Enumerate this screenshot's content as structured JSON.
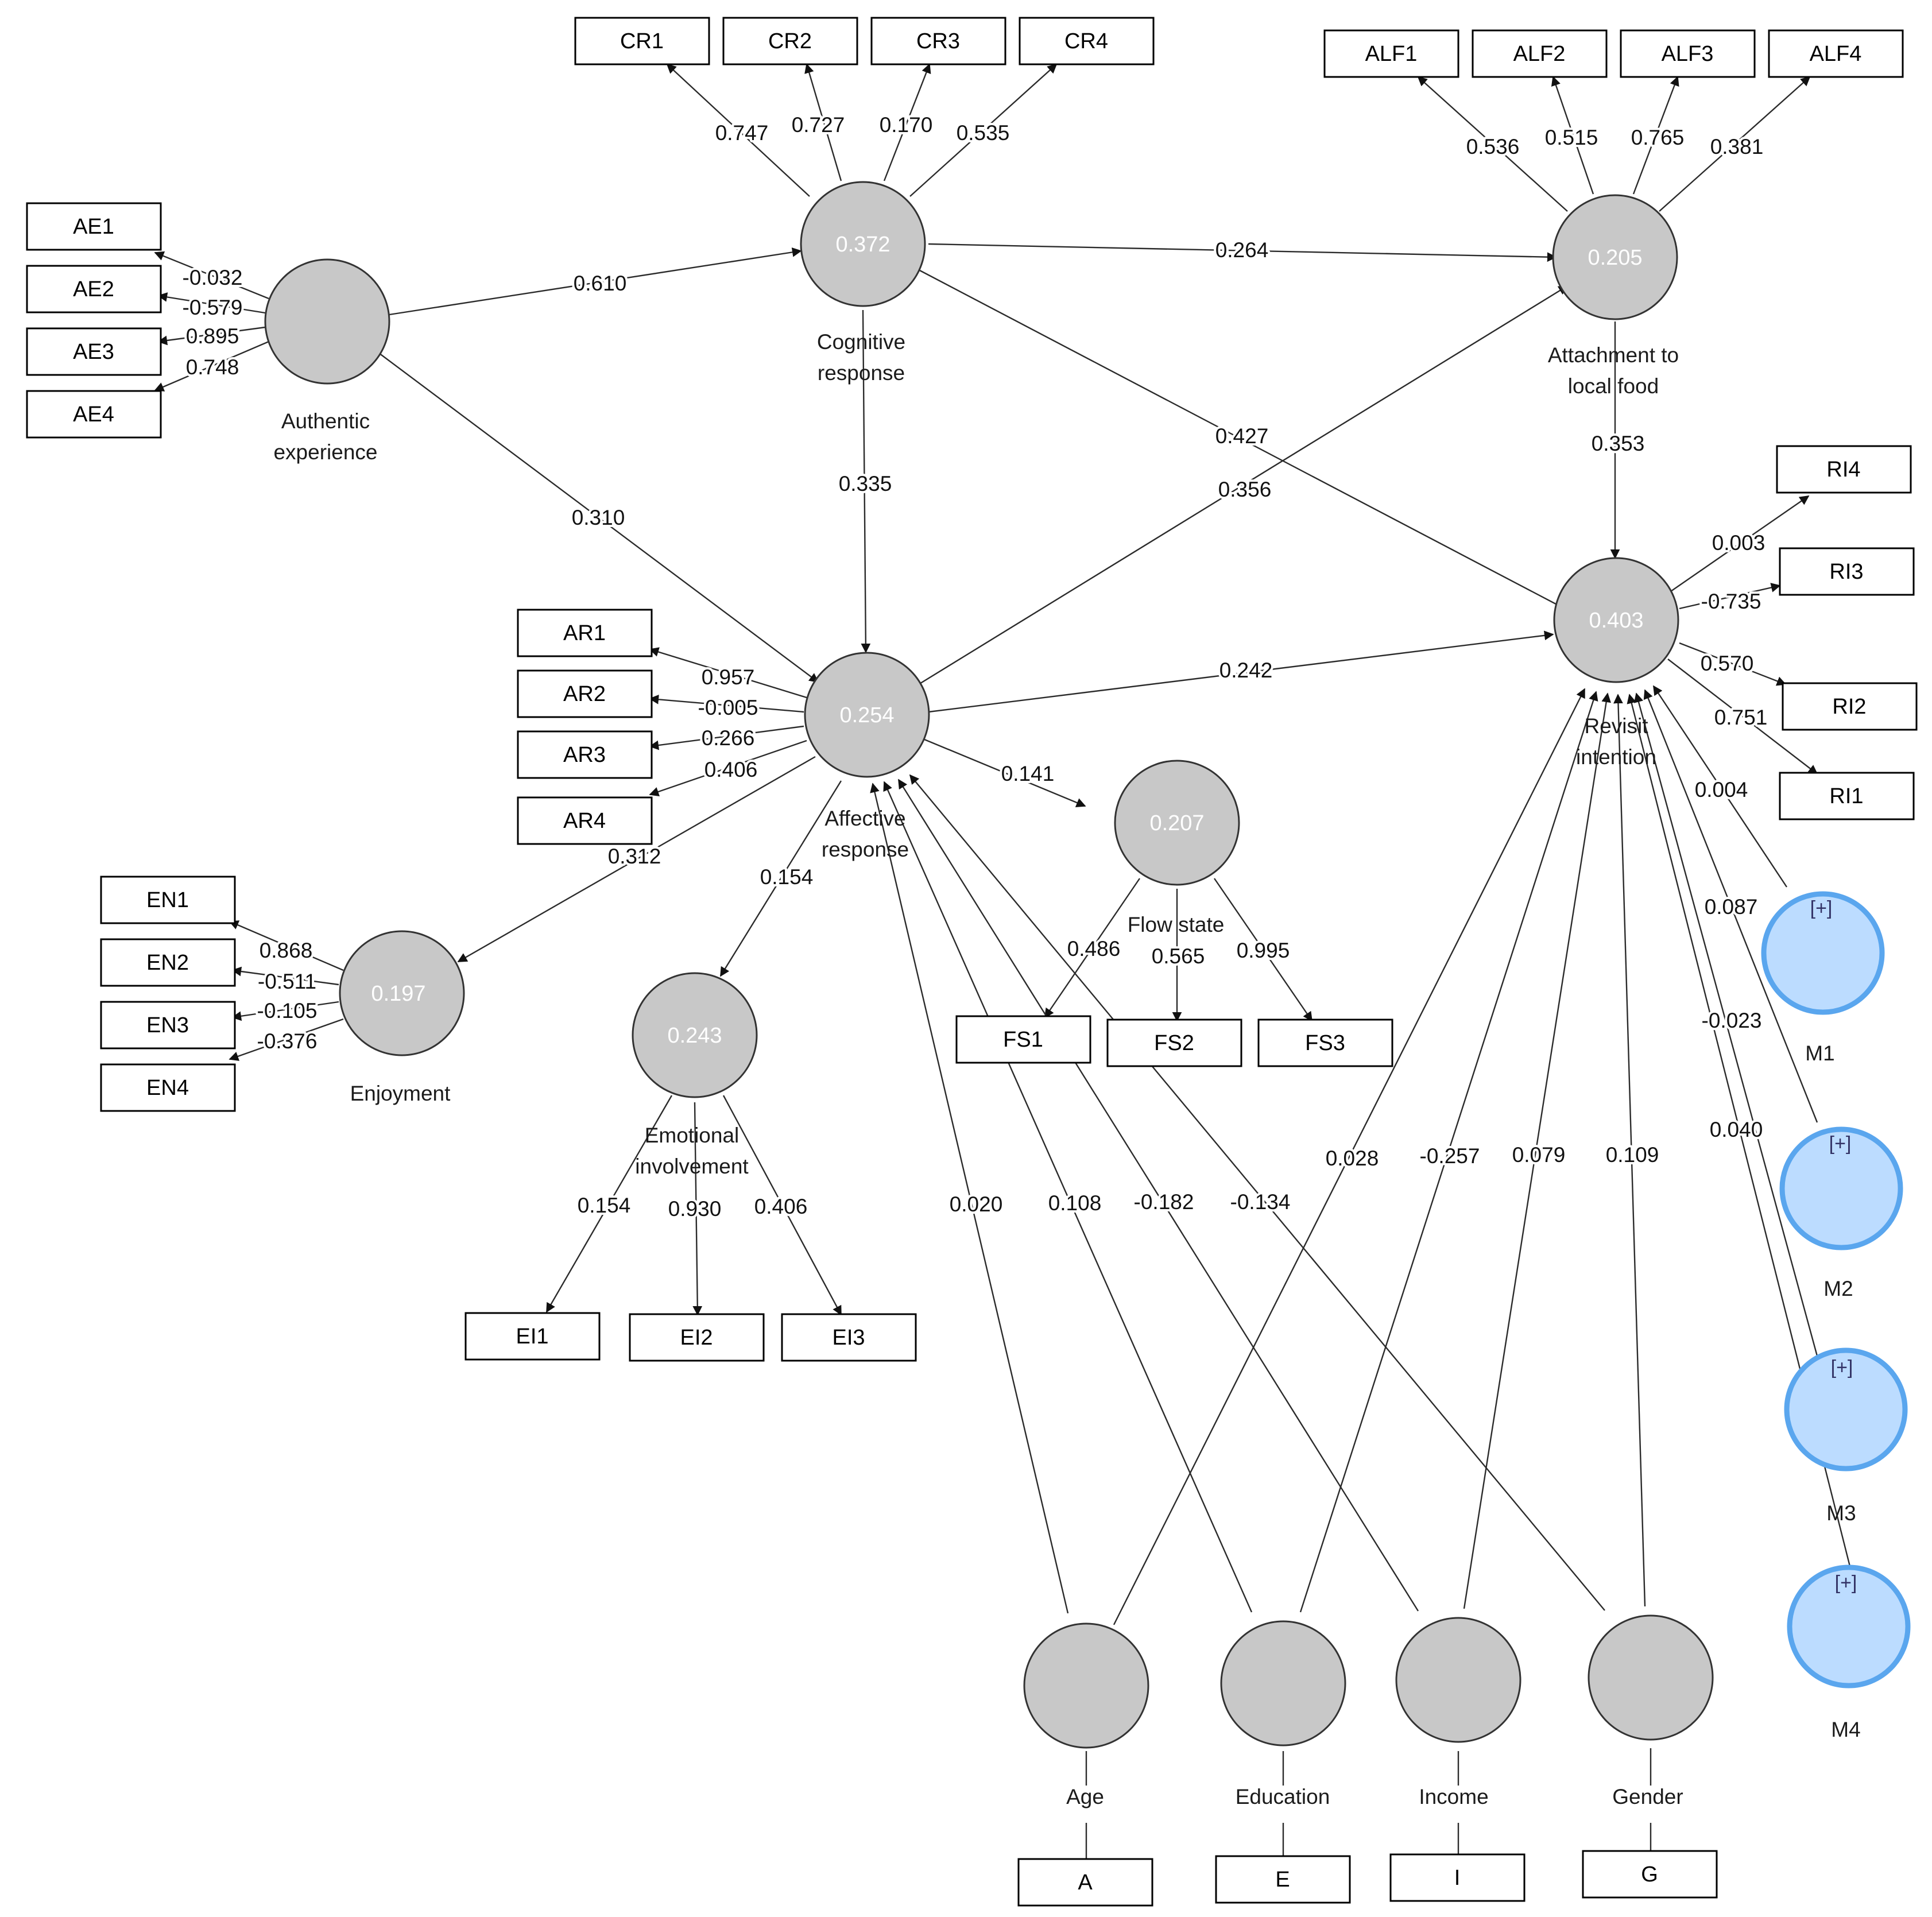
{
  "latent": {
    "authentic_experience": {
      "label_line1": "Authentic",
      "label_line2": "experience",
      "value": ""
    },
    "cognitive_response": {
      "label_line1": "Cognitive",
      "label_line2": "response",
      "value": "0.372"
    },
    "attachment_local_food": {
      "label_line1": "Attachment to",
      "label_line2": "local food",
      "value": "0.205"
    },
    "affective_response": {
      "label_line1": "Affective",
      "label_line2": "response",
      "value": "0.254"
    },
    "revisit_intention": {
      "label_line1": "Revisit",
      "label_line2": "intention",
      "value": "0.403"
    },
    "flow_state": {
      "label_line1": "Flow state",
      "value": "0.207"
    },
    "enjoyment": {
      "label_line1": "Enjoyment",
      "value": "0.197"
    },
    "emotional_involvement": {
      "label_line1": "Emotional",
      "label_line2": "involvement",
      "value": "0.243"
    },
    "age": {
      "label_line1": "Age"
    },
    "education": {
      "label_line1": "Education"
    },
    "income": {
      "label_line1": "Income"
    },
    "gender": {
      "label_line1": "Gender"
    },
    "m1": {
      "label_line1": "M1",
      "marker": "[+]"
    },
    "m2": {
      "label_line1": "M2",
      "marker": "[+]"
    },
    "m3": {
      "label_line1": "M3",
      "marker": "[+]"
    },
    "m4": {
      "label_line1": "M4",
      "marker": "[+]"
    }
  },
  "indicators": {
    "cr1": "CR1",
    "cr2": "CR2",
    "cr3": "CR3",
    "cr4": "CR4",
    "alf1": "ALF1",
    "alf2": "ALF2",
    "alf3": "ALF3",
    "alf4": "ALF4",
    "ae1": "AE1",
    "ae2": "AE2",
    "ae3": "AE3",
    "ae4": "AE4",
    "ar1": "AR1",
    "ar2": "AR2",
    "ar3": "AR3",
    "ar4": "AR4",
    "en1": "EN1",
    "en2": "EN2",
    "en3": "EN3",
    "en4": "EN4",
    "ri1": "RI1",
    "ri2": "RI2",
    "ri3": "RI3",
    "ri4": "RI4",
    "fs1": "FS1",
    "fs2": "FS2",
    "fs3": "FS3",
    "ei1": "EI1",
    "ei2": "EI2",
    "ei3": "EI3",
    "a": "A",
    "e": "E",
    "i": "I",
    "g": "G"
  },
  "loadings": {
    "cr1": "0.747",
    "cr2": "0.727",
    "cr3": "0.170",
    "cr4": "0.535",
    "alf1": "0.536",
    "alf2": "0.515",
    "alf3": "0.765",
    "alf4": "0.381",
    "ae1": "-0.032",
    "ae2": "-0.579",
    "ae3": "0.895",
    "ae4": "0.748",
    "ar1": "0.957",
    "ar2": "-0.005",
    "ar3": "0.266",
    "ar4": "0.406",
    "en1": "0.868",
    "en2": "-0.511",
    "en3": "-0.105",
    "en4": "-0.376",
    "ri4": "0.003",
    "ri3": "-0.735",
    "ri2": "0.570",
    "ri1": "0.751",
    "fs1": "0.486",
    "fs2": "0.565",
    "fs3": "0.995",
    "ei1": "0.154",
    "ei2": "0.930",
    "ei3": "0.406"
  },
  "paths": {
    "ae_cr": "0.610",
    "ae_ar": "0.310",
    "cr_alf": "0.264",
    "cr_ar": "0.335",
    "cr_ri": "0.427",
    "ar_alf": "0.356",
    "alf_ri": "0.353",
    "ar_ri": "0.242",
    "ar_fs": "0.141",
    "ar_en": "0.312",
    "ar_ei": "0.154",
    "age_ar": "0.020",
    "age_ri": "0.028",
    "edu_ar": "0.108",
    "edu_ri": "-0.257",
    "inc_ar": "-0.182",
    "inc_ri": "0.079",
    "gen_ar": "-0.134",
    "gen_ri": "0.109",
    "m1_ri": "0.004",
    "m2_ri": "0.087",
    "m3_ri": "-0.023",
    "m4_ri": "0.040"
  },
  "colors": {
    "latent_fill": "#c8c8c8",
    "moderator_fill": "#bcdcff",
    "moderator_stroke": "#5aa6ee",
    "line": "#2b2b2b"
  }
}
